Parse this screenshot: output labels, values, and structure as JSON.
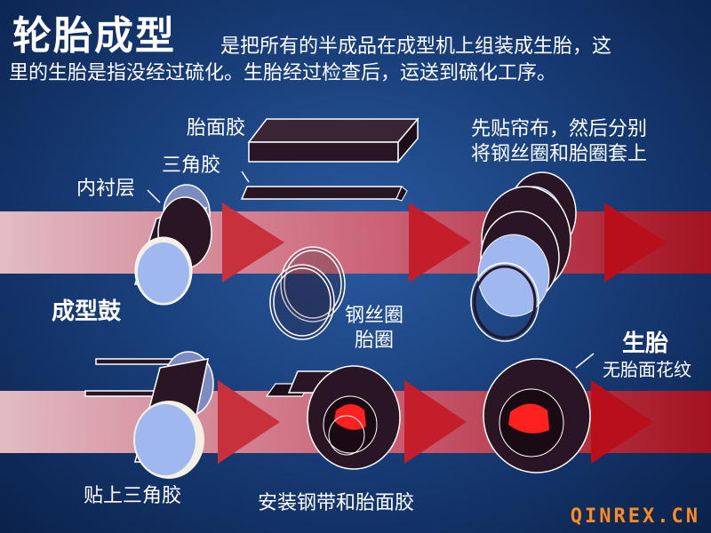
{
  "title": "轮胎成型",
  "description_line1": "是把所有的半成品在成型机上组装成生胎，这",
  "description_line2": "里的生胎是指没经过硫化。生胎经过检查后，运送到硫化工序。",
  "labels": {
    "tread": "胎面胶",
    "apex": "三角胶",
    "inner_liner": "内衬层",
    "drum": "成型鼓",
    "bead_wire": "钢丝圈",
    "bead_apex": "胎圈",
    "ply_line1": "先贴帘布，然后分别",
    "ply_line2": "将钢丝圈和胎圈套上",
    "green_tire": "生胎",
    "no_tread_pattern": "无胎面花纹",
    "apply_apex": "贴上三角胶",
    "install_belt_tread": "安装钢带和胎面胶"
  },
  "brand": "QINREX.CN",
  "colors": {
    "arrow_red": "#c0101a",
    "arrow_light": "#e8a8b0",
    "tube_dark": "#2a1525",
    "drum_blue": "#9fb8f0",
    "highlight_red": "#ff2020",
    "brand_orange": "#ff8a1e"
  }
}
